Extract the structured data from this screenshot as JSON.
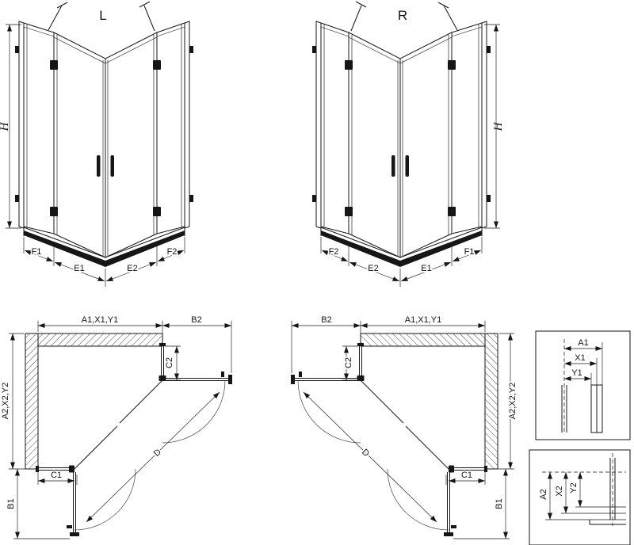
{
  "views": {
    "perspective_left": {
      "title": "L",
      "height": "H",
      "tray": [
        "F1",
        "E1",
        "E2",
        "F2"
      ]
    },
    "perspective_right": {
      "title": "R",
      "height": "H",
      "tray": [
        "F2",
        "E2",
        "E1",
        "F1"
      ]
    },
    "plan_left": {
      "top": "A1,X1,Y1",
      "top_side": "B2",
      "upper_side": "C2",
      "side": "A2,X2,Y2",
      "bottom": "C1",
      "bottom_side": "B1",
      "diagonal": "D"
    },
    "plan_right": {
      "top": "A1,X1,Y1",
      "top_side": "B2",
      "upper_side": "C2",
      "side": "A2,X2,Y2",
      "bottom": "C1",
      "bottom_side": "B1",
      "diagonal": "D"
    },
    "detail_top": {
      "dims": [
        "A1",
        "X1",
        "Y1"
      ]
    },
    "detail_bottom": {
      "dims": [
        "A2",
        "X2",
        "Y2"
      ]
    }
  }
}
